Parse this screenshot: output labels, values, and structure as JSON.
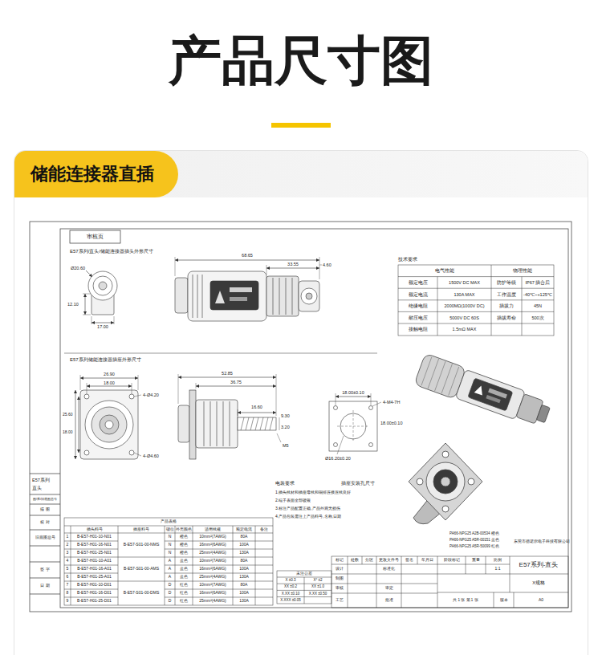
{
  "diagram": {
    "title": "产品尺寸图",
    "nodes": [
      {
        "text": [
          "储能连接器直插"
        ]
      }
    ],
    "labels": [
      "审核页",
      "E57系列/直头/储能连接器插头外形尺寸",
      "Ø20.60",
      "12.10",
      "17.00",
      "68.65",
      "33.55",
      "4.60",
      "技术要求",
      "电气性能",
      "物理性能",
      "额定电压",
      "1500V DC MAX",
      "防护等级",
      "IP67 插合后",
      "额定电流",
      "130A MAX",
      "工作温度",
      "-40℃~+125℃",
      "绝缘电阻",
      "2000MΩ(1000V DC)",
      "插拔力",
      "45N",
      "耐压电压",
      "5000V DC 60S",
      "插拔寿命",
      "500次",
      "接触电阻",
      "1.5mΩ MAX",
      "E57系列储能连接器插座外形尺寸",
      "26.90",
      "18.00",
      "4-Ø4.20",
      "25.60",
      "18.00",
      "4-Ø4.60",
      "52.85",
      "36.75",
      "16.60",
      "9.30",
      "3.20",
      "M5",
      "18.00±0.10",
      "4-M4-7H",
      "18.00±0.10",
      "Ø16.20±0.20",
      "电装要求",
      "1.插头线材和插座母线和铜排连接压线良好",
      "2.端子表面全部镀银",
      "3.标注产品配置正确,产品外观无损伤",
      "4.产品包装需注上产品料号,名称,日期",
      "插座安装孔尺寸",
      "E57系列",
      "直头",
      "图/库/旧底图总号",
      "描 图",
      "校 对",
      "旧底图总号",
      "签 字",
      "日 期",
      "产品表格",
      "插头料号",
      "插座料号",
      "键位",
      "外壳颜色",
      "适用线规",
      "额定电流",
      "备注",
      "1",
      "B-E57-H01-10-N01",
      "N",
      "橙色",
      "10mm²(7AWG)",
      "80A",
      "2",
      "B-E57-H01-16-N01",
      "B-E57-S01-00-NMS",
      "N",
      "橙色",
      "16mm²(6AWG)",
      "100A",
      "3",
      "B-E57-H01-25-N01",
      "N",
      "橙色",
      "25mm²(4AWG)",
      "130A",
      "4",
      "B-E57-H01-10-A01",
      "A",
      "蓝色",
      "10mm²(7AWG)",
      "80A",
      "5",
      "B-E57-H01-16-A01",
      "B-E57-S01-00-AMS",
      "A",
      "蓝色",
      "16mm²(6AWG)",
      "100A",
      "6",
      "B-E57-H01-25-A01",
      "A",
      "蓝色",
      "25mm²(4AWG)",
      "130A",
      "7",
      "B-E57-H01-10-D01",
      "D",
      "红色",
      "10mm²(7AWG)",
      "80A",
      "8",
      "B-E57-H01-16-D01",
      "B-E57-S01-00-DMS",
      "D",
      "红色",
      "16mm²(6AWG)",
      "100A",
      "9",
      "B-E57-H01-25-D01",
      "D",
      "红色",
      "25mm²(4AWG)",
      "130A",
      "未注公差",
      "X ±0.3",
      "X° ±2",
      "XX ±0.2",
      "XX ±1.0",
      "X.XX ±0.10",
      "X.XX ±0.50",
      "X.XXX ±0.05",
      "PA66-NPG25 A2B-00534 橙色",
      "PA66-NPG25 A5R-00151 蓝色",
      "PA66-NPG25 A5R-50099 红色",
      "东莞市德诺尔电子科技有限公司",
      "标记",
      "处数",
      "分区",
      "更改文件号",
      "签名",
      "年月日",
      "设计",
      "标准化",
      "阶段标记",
      "重量",
      "比例",
      "制图",
      "1:1",
      "审核",
      "审定",
      "工艺",
      "批准",
      "共 1 张 第 1 张",
      "版本",
      "A0",
      "E57系列-直头",
      "X规格"
    ]
  }
}
